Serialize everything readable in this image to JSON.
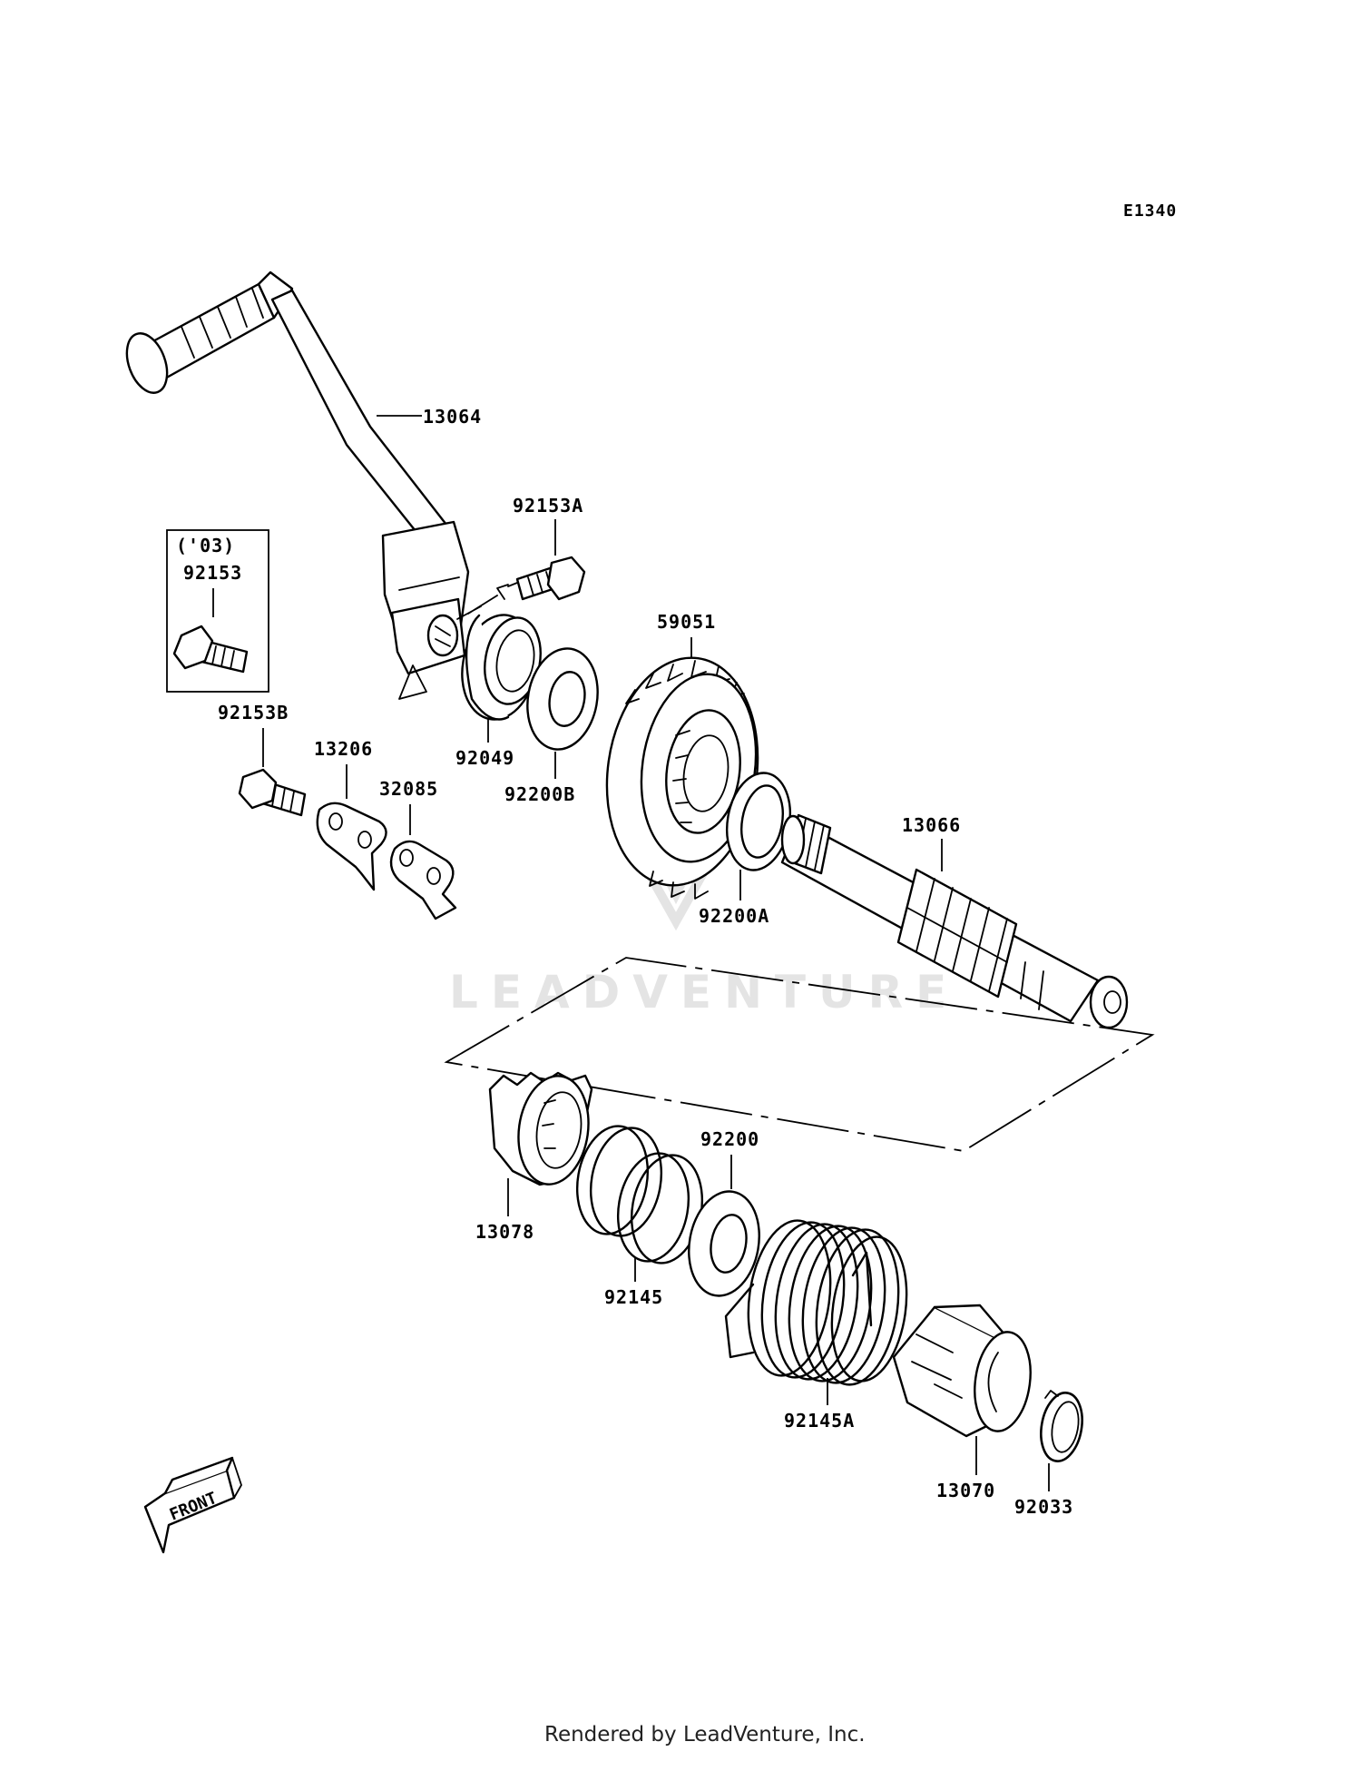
{
  "diagram_code": "E1340",
  "watermark": "LEADVENTURE",
  "footer": "Rendered by LeadVenture, Inc.",
  "front_label": "FRONT",
  "inset": {
    "note": "('03)",
    "part": "92153"
  },
  "parts": [
    {
      "id": "p13064",
      "number": "13064"
    },
    {
      "id": "p92153A",
      "number": "92153A"
    },
    {
      "id": "p59051",
      "number": "59051"
    },
    {
      "id": "p92153B",
      "number": "92153B"
    },
    {
      "id": "p13206",
      "number": "13206"
    },
    {
      "id": "p32085",
      "number": "32085"
    },
    {
      "id": "p92049",
      "number": "92049"
    },
    {
      "id": "p92200B",
      "number": "92200B"
    },
    {
      "id": "p13066",
      "number": "13066"
    },
    {
      "id": "p92200A",
      "number": "92200A"
    },
    {
      "id": "p92200",
      "number": "92200"
    },
    {
      "id": "p13078",
      "number": "13078"
    },
    {
      "id": "p92145",
      "number": "92145"
    },
    {
      "id": "p92145A",
      "number": "92145A"
    },
    {
      "id": "p13070",
      "number": "13070"
    },
    {
      "id": "p92033",
      "number": "92033"
    }
  ]
}
